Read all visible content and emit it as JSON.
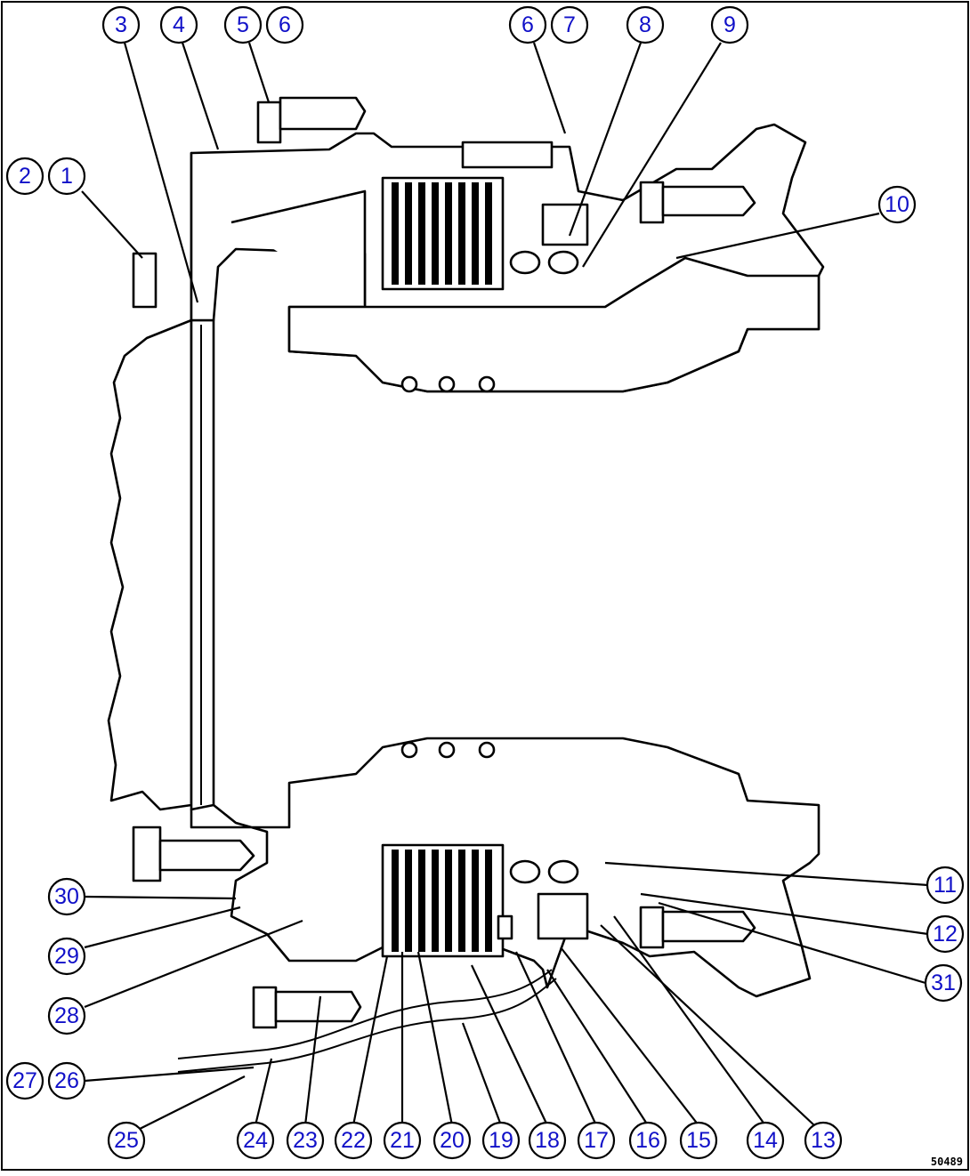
{
  "callouts": [
    "1",
    "2",
    "3",
    "4",
    "5",
    "6",
    "7",
    "8",
    "9",
    "10",
    "11",
    "12",
    "13",
    "14",
    "15",
    "16",
    "17",
    "18",
    "19",
    "20",
    "21",
    "22",
    "23",
    "24",
    "25",
    "26",
    "27",
    "28",
    "29",
    "30",
    "31"
  ],
  "figure_ref": "50489"
}
